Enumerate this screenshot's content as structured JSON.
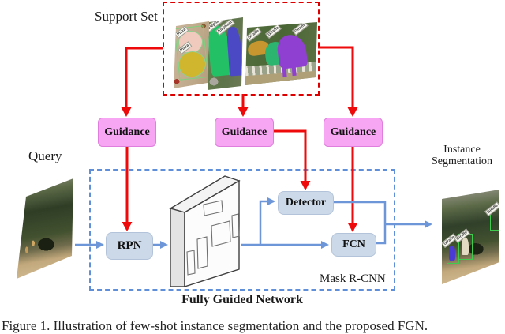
{
  "figure": {
    "support_set_label": "Support Set",
    "query_label": "Query",
    "instance_label_line1": "Instance",
    "instance_label_line2": "Segmentation",
    "mask_rcnn_label": "Mask R-CNN",
    "fgn_label": "Fully Guided Network",
    "guidance_labels": [
      "Guidance",
      "Guidance",
      "Guidance"
    ],
    "rpn_label": "RPN",
    "detector_label": "Detector",
    "fcn_label": "FCN",
    "caption": "Figure 1. Illustration of few-shot instance segmentation and the proposed FGN."
  },
  "support_images": [
    {
      "class_name": "pizza",
      "labels": [
        "Pizza",
        "Pizza"
      ]
    },
    {
      "class_name": "elephant",
      "labels": [
        "Elephant",
        "Elephant"
      ]
    },
    {
      "class_name": "giraffe",
      "labels": [
        "Giraffe",
        "Giraffe",
        "Giraffe"
      ]
    }
  ],
  "output_image": {
    "labels": [
      "Giraffe",
      "Giraffe",
      "Giraffe"
    ]
  },
  "colors": {
    "arrow_red": "#ee0a0a",
    "arrow_blue": "#6c96d8",
    "support_box_border": "#dd0000",
    "fgn_box_border": "#5f8fd8",
    "guidance_fill": "#f7a6f3",
    "module_fill": "#ccd9e8"
  }
}
